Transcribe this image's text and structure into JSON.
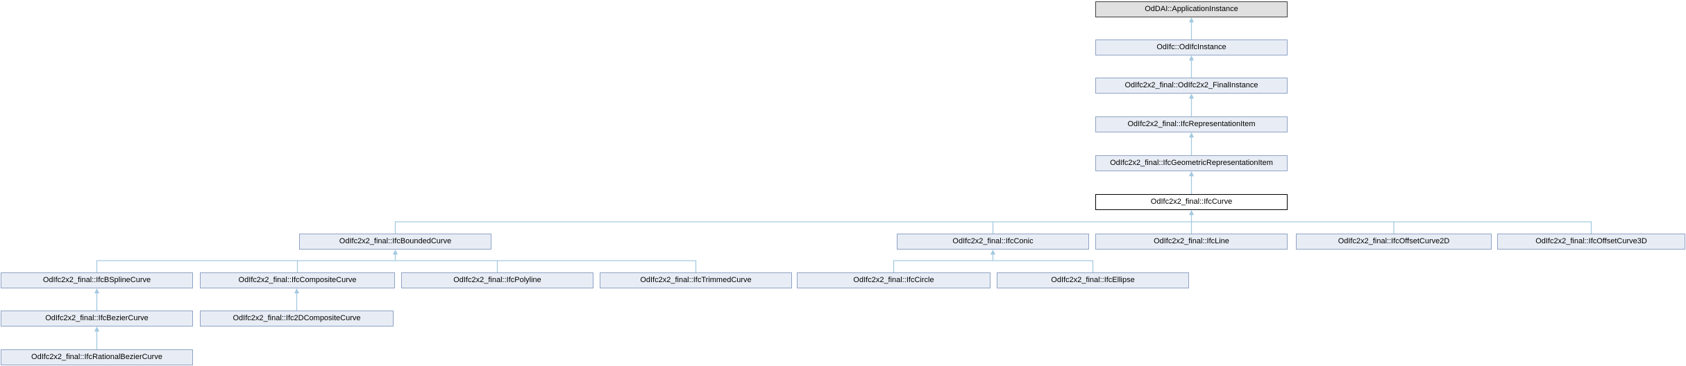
{
  "diagram": {
    "kind": "class-inheritance-graph",
    "colors": {
      "edge": "#A3C9E1",
      "linked_fill": "#E8EDF5",
      "linked_border": "#8FA2C6",
      "plain_fill": "#E0E0E0",
      "plain_border": "#3E3E3E",
      "current_fill": "#FFFFFF",
      "current_border": "#000000"
    },
    "nodes": [
      {
        "label": "OdDAI::ApplicationInstance",
        "style": "plain"
      },
      {
        "label": "OdIfc::OdIfcInstance",
        "style": "linked"
      },
      {
        "label": "OdIfc2x2_final::OdIfc2x2_FinalInstance",
        "style": "linked"
      },
      {
        "label": "OdIfc2x2_final::IfcRepresentationItem",
        "style": "linked"
      },
      {
        "label": "OdIfc2x2_final::IfcGeometricRepresentationItem",
        "style": "linked"
      },
      {
        "label": "OdIfc2x2_final::IfcCurve",
        "style": "current"
      },
      {
        "label": "OdIfc2x2_final::IfcBoundedCurve",
        "style": "linked"
      },
      {
        "label": "OdIfc2x2_final::IfcConic",
        "style": "linked"
      },
      {
        "label": "OdIfc2x2_final::IfcLine",
        "style": "linked"
      },
      {
        "label": "OdIfc2x2_final::IfcOffsetCurve2D",
        "style": "linked"
      },
      {
        "label": "OdIfc2x2_final::IfcOffsetCurve3D",
        "style": "linked"
      },
      {
        "label": "OdIfc2x2_final::IfcBSplineCurve",
        "style": "linked"
      },
      {
        "label": "OdIfc2x2_final::IfcCompositeCurve",
        "style": "linked"
      },
      {
        "label": "OdIfc2x2_final::IfcPolyline",
        "style": "linked"
      },
      {
        "label": "OdIfc2x2_final::IfcTrimmedCurve",
        "style": "linked"
      },
      {
        "label": "OdIfc2x2_final::IfcCircle",
        "style": "linked"
      },
      {
        "label": "OdIfc2x2_final::IfcEllipse",
        "style": "linked"
      },
      {
        "label": "OdIfc2x2_final::IfcBezierCurve",
        "style": "linked"
      },
      {
        "label": "OdIfc2x2_final::Ifc2DCompositeCurve",
        "style": "linked"
      },
      {
        "label": "OdIfc2x2_final::IfcRationalBezierCurve",
        "style": "linked"
      }
    ],
    "edges": [
      {
        "base": "OdDAI::ApplicationInstance",
        "derived": "OdIfc::OdIfcInstance"
      },
      {
        "base": "OdIfc::OdIfcInstance",
        "derived": "OdIfc2x2_final::OdIfc2x2_FinalInstance"
      },
      {
        "base": "OdIfc2x2_final::OdIfc2x2_FinalInstance",
        "derived": "OdIfc2x2_final::IfcRepresentationItem"
      },
      {
        "base": "OdIfc2x2_final::IfcRepresentationItem",
        "derived": "OdIfc2x2_final::IfcGeometricRepresentationItem"
      },
      {
        "base": "OdIfc2x2_final::IfcGeometricRepresentationItem",
        "derived": "OdIfc2x2_final::IfcCurve"
      },
      {
        "base": "OdIfc2x2_final::IfcCurve",
        "derived": "OdIfc2x2_final::IfcBoundedCurve"
      },
      {
        "base": "OdIfc2x2_final::IfcCurve",
        "derived": "OdIfc2x2_final::IfcConic"
      },
      {
        "base": "OdIfc2x2_final::IfcCurve",
        "derived": "OdIfc2x2_final::IfcLine"
      },
      {
        "base": "OdIfc2x2_final::IfcCurve",
        "derived": "OdIfc2x2_final::IfcOffsetCurve2D"
      },
      {
        "base": "OdIfc2x2_final::IfcCurve",
        "derived": "OdIfc2x2_final::IfcOffsetCurve3D"
      },
      {
        "base": "OdIfc2x2_final::IfcBoundedCurve",
        "derived": "OdIfc2x2_final::IfcBSplineCurve"
      },
      {
        "base": "OdIfc2x2_final::IfcBoundedCurve",
        "derived": "OdIfc2x2_final::IfcCompositeCurve"
      },
      {
        "base": "OdIfc2x2_final::IfcBoundedCurve",
        "derived": "OdIfc2x2_final::IfcPolyline"
      },
      {
        "base": "OdIfc2x2_final::IfcBoundedCurve",
        "derived": "OdIfc2x2_final::IfcTrimmedCurve"
      },
      {
        "base": "OdIfc2x2_final::IfcConic",
        "derived": "OdIfc2x2_final::IfcCircle"
      },
      {
        "base": "OdIfc2x2_final::IfcConic",
        "derived": "OdIfc2x2_final::IfcEllipse"
      },
      {
        "base": "OdIfc2x2_final::IfcBSplineCurve",
        "derived": "OdIfc2x2_final::IfcBezierCurve"
      },
      {
        "base": "OdIfc2x2_final::IfcCompositeCurve",
        "derived": "OdIfc2x2_final::Ifc2DCompositeCurve"
      },
      {
        "base": "OdIfc2x2_final::IfcBezierCurve",
        "derived": "OdIfc2x2_final::IfcRationalBezierCurve"
      }
    ]
  }
}
